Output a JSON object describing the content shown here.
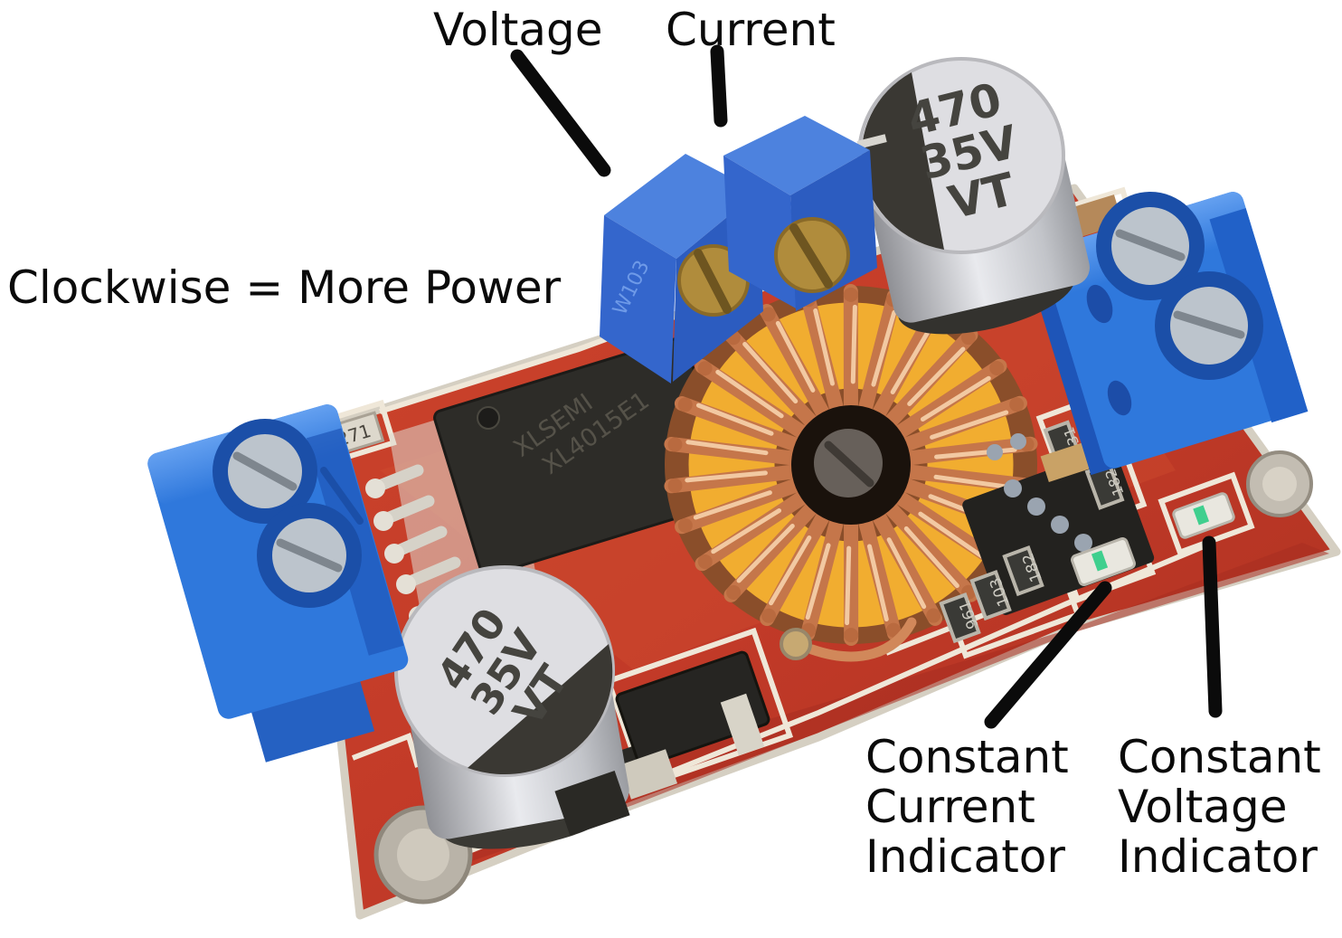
{
  "annotations": {
    "voltage_label": "Voltage",
    "current_label": "Current",
    "clockwise_note": "Clockwise = More Power",
    "cc_indicator_lines": [
      "Constant",
      "Current",
      "Indicator"
    ],
    "cv_indicator_lines": [
      "Constant",
      "Voltage",
      "Indicator"
    ]
  },
  "board_markings": {
    "capacitor_top": [
      "470",
      "35V",
      "VT"
    ],
    "capacitor_bottom": [
      "470",
      "35V",
      "VT"
    ],
    "ic_lines": [
      "XLSEMI",
      "XL4015E1"
    ],
    "trimmer_marking": "W103",
    "smd_codes": {
      "near_left_terminal": "271",
      "cluster": [
        "961",
        "103",
        "182"
      ],
      "near_so8": [
        "331",
        "182"
      ]
    }
  },
  "colors": {
    "background": "#ffffff",
    "pcb_red": "#c23a28",
    "silkscreen_white": "#efe7d8",
    "terminal_blue": "#2f78dc",
    "trimmer_blue": "#3b6cd0",
    "copper_wire": "#c5764a",
    "core_yellow": "#f1ad30",
    "capacitor_silver": "#d6d7db",
    "capacitor_stripe": "#3a3833",
    "annotation_black": "#0b0b0b",
    "brass_screw": "#b08c3c",
    "led_green": "#3fcf8e"
  }
}
